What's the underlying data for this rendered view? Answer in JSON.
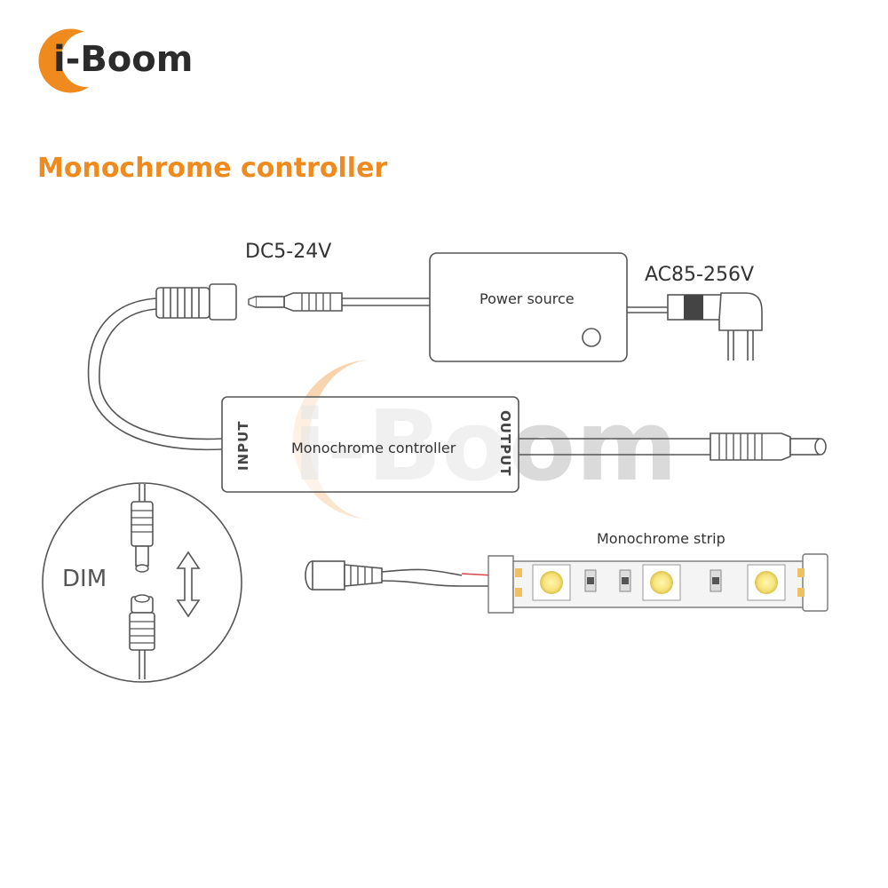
{
  "brand": {
    "logo_text": "i-Boom",
    "accent_color": "#ef8a1f"
  },
  "heading": "Monochrome controller",
  "labels": {
    "dc_voltage": "DC5-24V",
    "ac_voltage": "AC85-256V",
    "power_source": "Power source",
    "controller": "Monochrome controller",
    "input_port": "INPUT",
    "output_port": "OUTPUT",
    "strip": "Monochrome strip",
    "dim": "DIM"
  },
  "watermark": {
    "text": "i-Boom"
  }
}
